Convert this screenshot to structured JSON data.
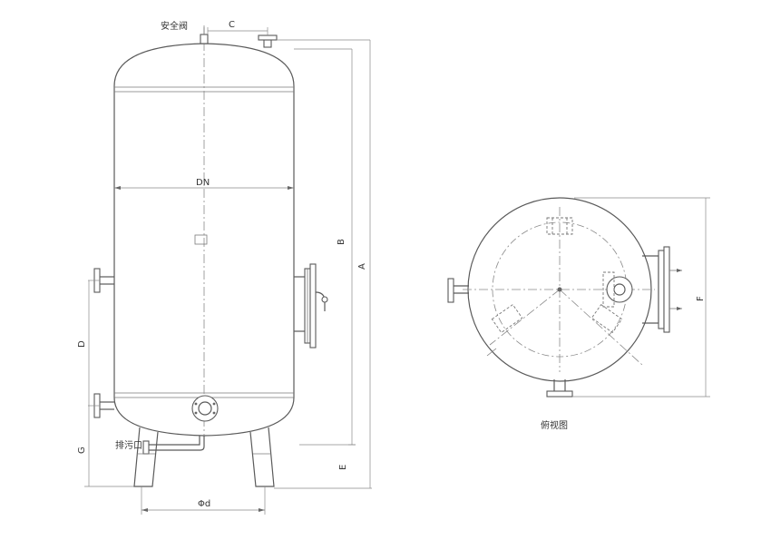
{
  "labels": {
    "safety_valve": "安全阀",
    "c": "C",
    "dn": "DN",
    "b": "B",
    "a": "A",
    "d": "D",
    "g": "G",
    "drain": "排污口",
    "e": "E",
    "phi_d": "Φd",
    "f": "F",
    "top_view": "俯视图"
  }
}
